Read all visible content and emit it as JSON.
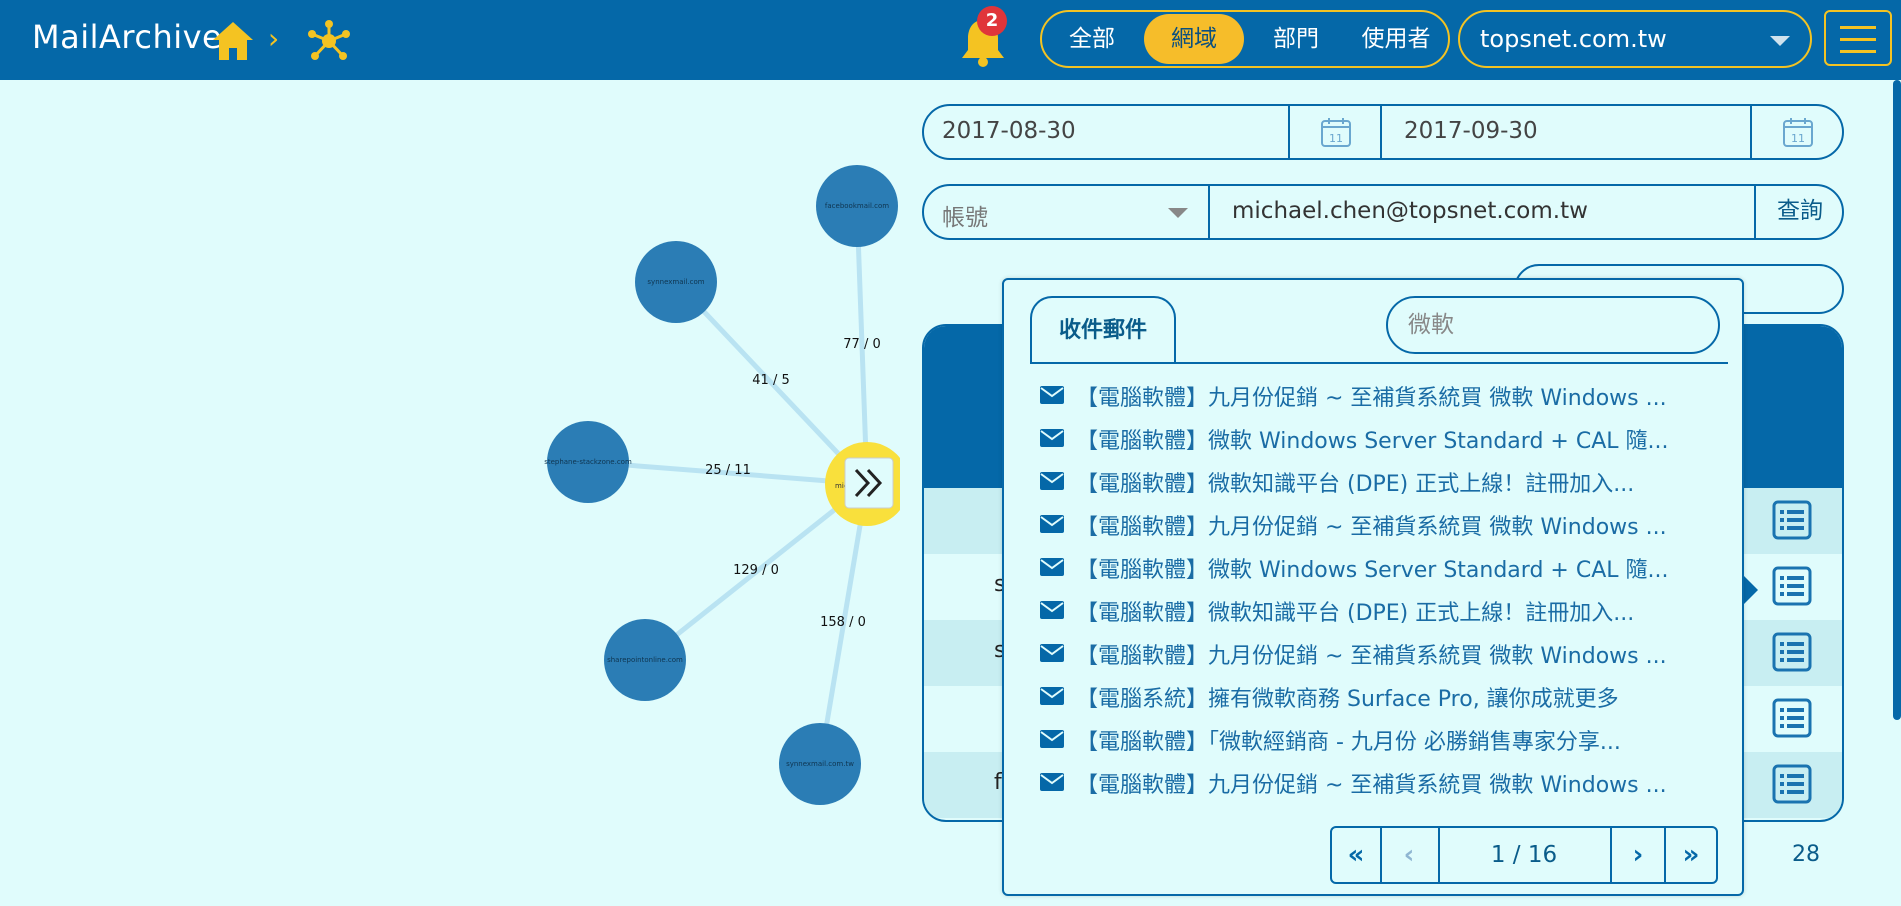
{
  "header": {
    "brand": "MailArchive",
    "notification_count": "2",
    "scope_tabs": [
      {
        "label": "全部",
        "active": false
      },
      {
        "label": "網域",
        "active": true
      },
      {
        "label": "部門",
        "active": false
      },
      {
        "label": "使用者",
        "active": false
      }
    ],
    "domain_value": "topsnet.com.tw",
    "colors": {
      "bar": "#0568a8",
      "accent": "#f4c322",
      "active": "#f6bd2a",
      "badge": "#e0353a"
    }
  },
  "filters": {
    "start_date": "2017-08-30",
    "end_date": "2017-09-30",
    "field_type": "帳號",
    "account_value": "michael.chen@topsnet.com.tw",
    "query_label": "查詢"
  },
  "graph": {
    "center_label": "michael",
    "nodes": [
      {
        "label": "facebookmail.com",
        "edge_label": "77 / 0"
      },
      {
        "label": "synnexmail.com",
        "edge_label": "41 / 5"
      },
      {
        "label": "stephane-stackzone.com",
        "edge_label": "25 / 11"
      },
      {
        "label": "sharepointonline.com",
        "edge_label": "129 / 0"
      },
      {
        "label": "synnexmail.com.tw",
        "edge_label": "158 / 0"
      }
    ],
    "expand_icon": "double-chevron-right-icon"
  },
  "table": {
    "rows": [
      {
        "label": ""
      },
      {
        "label": "s"
      },
      {
        "label": "sh"
      },
      {
        "label": ""
      },
      {
        "label": "f"
      }
    ],
    "count": "28"
  },
  "popup": {
    "tab_label": "收件郵件",
    "search_value": "微軟",
    "mails": [
      "【電腦軟體】九月份促銷 ~ 至補貨系統買 微軟 Windows ...",
      "【電腦軟體】微軟 Windows Server Standard + CAL 隨...",
      "【電腦軟體】微軟知識平台 (DPE) 正式上線！註冊加入...",
      "【電腦軟體】九月份促銷 ~ 至補貨系統買 微軟 Windows ...",
      "【電腦軟體】微軟 Windows Server Standard + CAL 隨...",
      "【電腦軟體】微軟知識平台 (DPE) 正式上線！註冊加入...",
      "【電腦軟體】九月份促銷 ~ 至補貨系統買 微軟 Windows ...",
      "【電腦系統】擁有微軟商務 Surface Pro, 讓你成就更多",
      "【電腦軟體】「微軟經銷商 - 九月份 必勝銷售專家分享...",
      "【電腦軟體】九月份促銷 ~ 至補貨系統買 微軟 Windows ..."
    ],
    "pager": {
      "first": "«",
      "prev": "‹",
      "page_text": "1 / 16",
      "next": "›",
      "last": "»"
    }
  }
}
